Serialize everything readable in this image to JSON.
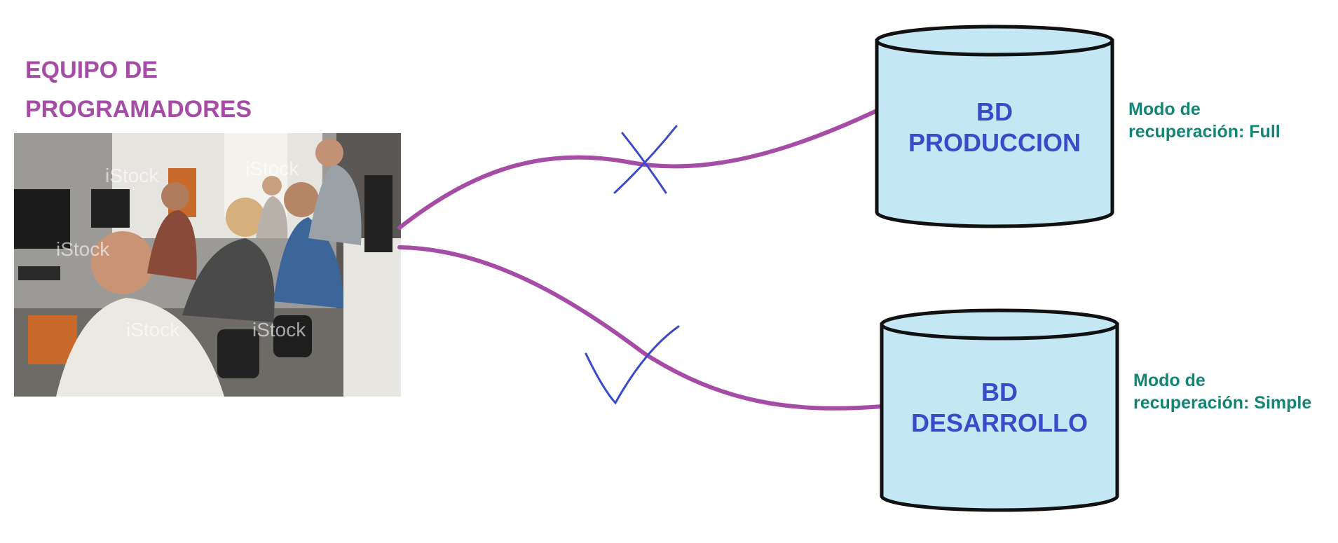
{
  "team": {
    "title_line1": "EQUIPO DE",
    "title_line2": "PROGRAMADORES",
    "photo_watermark": "iStock"
  },
  "databases": [
    {
      "line1": "BD",
      "line2": "PRODUCCION",
      "recovery_line1": "Modo de",
      "recovery_line2": "recuperación: Full",
      "access_mark": "cross-mark"
    },
    {
      "line1": "BD",
      "line2": "DESARROLLO",
      "recovery_line1": "Modo de",
      "recovery_line2": "recuperación: Simple",
      "access_mark": "check-mark"
    }
  ],
  "colors": {
    "title": "#a64ca6",
    "connector": "#a64ca6",
    "db_fill": "#c3e8f3",
    "db_text": "#3a4ac8",
    "recovery_text": "#138575",
    "marks": "#3a4ac8"
  }
}
